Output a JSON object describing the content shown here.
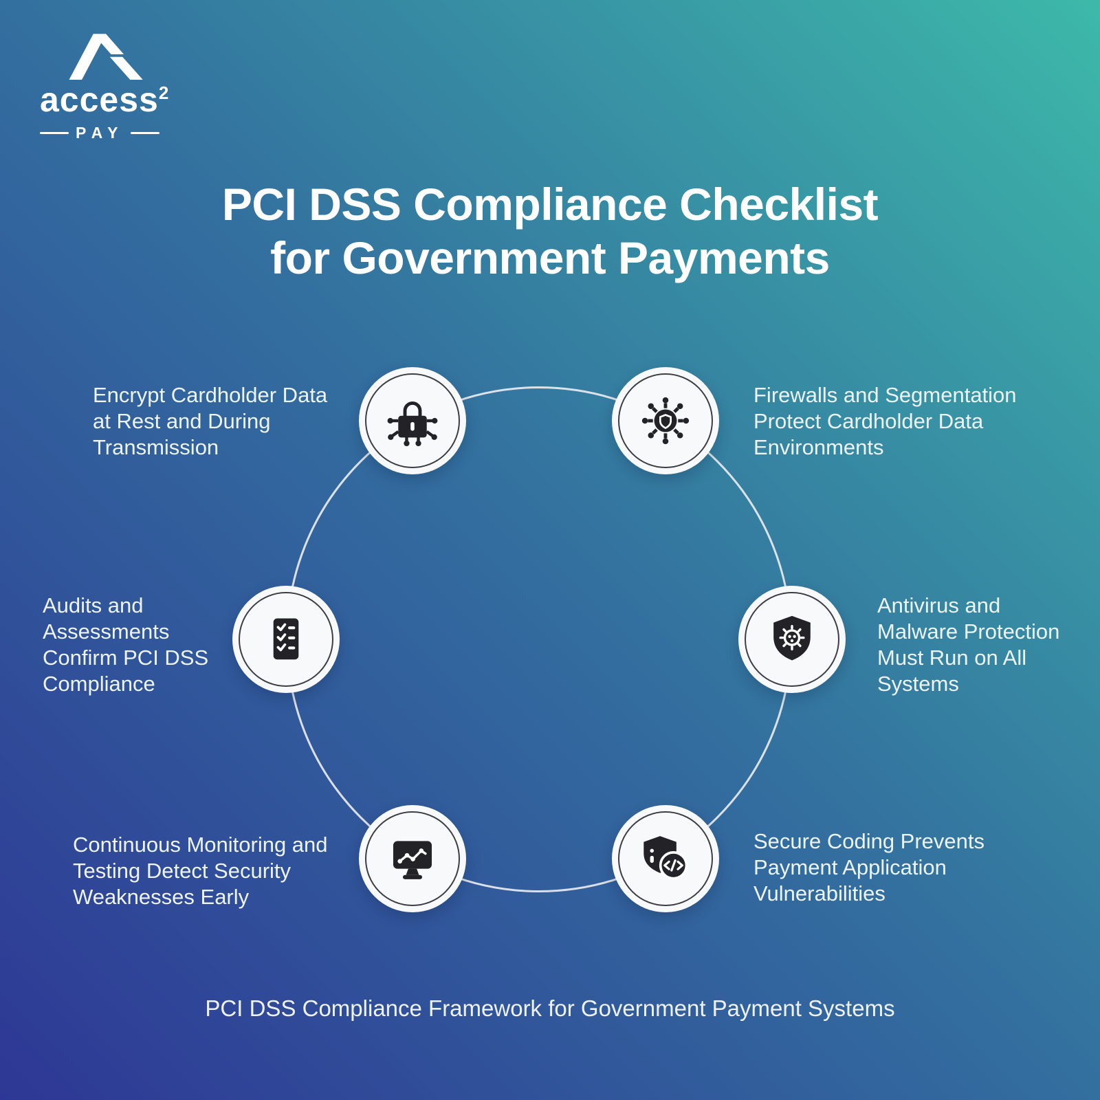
{
  "brand": {
    "name": "access",
    "superscript": "2",
    "sub": "PAY"
  },
  "title": {
    "line1": "PCI DSS Compliance Checklist",
    "line2": "for Government Payments"
  },
  "caption": "PCI DSS Compliance Framework for Government Payment Systems",
  "items": [
    {
      "name": "encrypt-cardholder-data",
      "icon": "lock-circuit-icon",
      "lines": [
        "Encrypt Cardholder Data",
        "at Rest and During",
        "Transmission"
      ]
    },
    {
      "name": "firewalls-segmentation",
      "icon": "network-shield-icon",
      "lines": [
        "Firewalls and Segmentation",
        "Protect Cardholder Data",
        "Environments"
      ]
    },
    {
      "name": "antivirus-malware-protection",
      "icon": "antivirus-shield-icon",
      "lines": [
        "Antivirus and",
        "Malware Protection",
        "Must Run on All",
        "Systems"
      ]
    },
    {
      "name": "secure-coding",
      "icon": "code-shield-icon",
      "lines": [
        "Secure Coding Prevents",
        "Payment Application",
        "Vulnerabilities"
      ]
    },
    {
      "name": "continuous-monitoring",
      "icon": "monitor-chart-icon",
      "lines": [
        "Continuous Monitoring and",
        "Testing Detect Security",
        "Weaknesses Early"
      ]
    },
    {
      "name": "audits-assessments",
      "icon": "checklist-icon",
      "lines": [
        "Audits and",
        "Assessments",
        "Confirm PCI DSS",
        "Compliance"
      ]
    }
  ],
  "colors": {
    "gradient_start": "#2e3795",
    "gradient_mid": "#336f9f",
    "gradient_end": "#3db9a9",
    "node_background": "#f8f9fa",
    "node_inner_ring": "#3c3e43",
    "icon": "#232327",
    "connector_ring": "#e9ecef",
    "text": "#ffffff"
  }
}
